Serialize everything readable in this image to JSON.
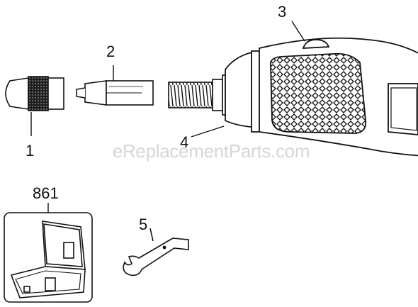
{
  "callouts": {
    "p1": "1",
    "p2": "2",
    "p3": "3",
    "p4": "4",
    "p5": "5",
    "p861": "861"
  },
  "watermark": "eReplacementParts.com",
  "colors": {
    "line": "#111111",
    "watermark": "#d6d6d6",
    "knurl": "#2a2a2a"
  },
  "icons": {
    "nose_cap": "collet-nut-icon",
    "collet": "collet-icon",
    "shaft": "threaded-shaft-icon",
    "tool": "rotary-tool-body-icon",
    "case": "carrying-case-icon",
    "wrench": "wrench-icon"
  }
}
